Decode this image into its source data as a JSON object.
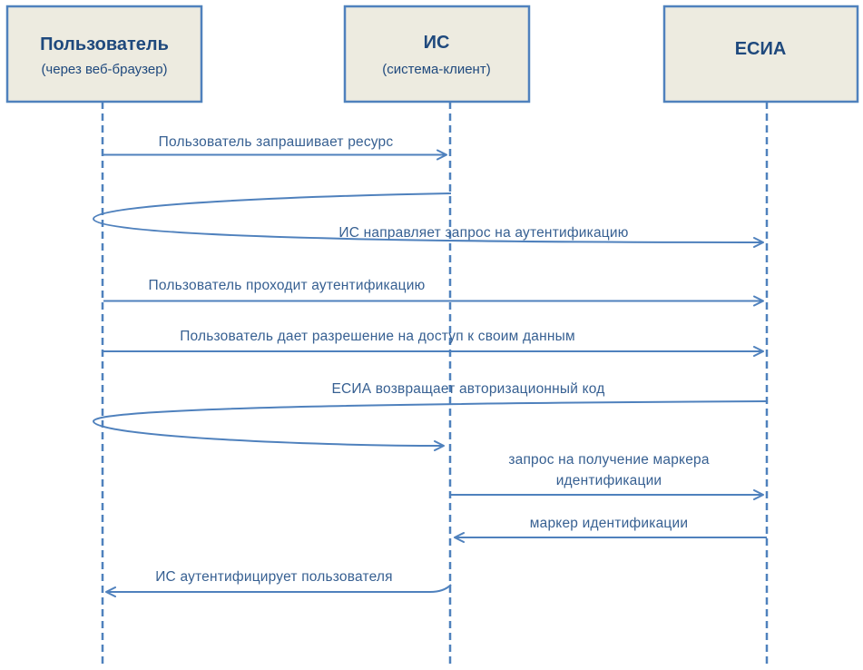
{
  "diagram": {
    "kind": "sequence-diagram",
    "colors": {
      "background": "#ffffff",
      "actor_box_fill": "#edebe0",
      "line_blue": "#4f81bd",
      "actor_text": "#1f497d",
      "message_text": "#376092"
    },
    "actors": [
      {
        "name": "Пользователь",
        "subtitle": "(через веб-браузер)"
      },
      {
        "name": "ИС",
        "subtitle": "(система-клиент)"
      },
      {
        "name": "ЕСИА",
        "subtitle": ""
      }
    ],
    "messages": [
      {
        "label": "Пользователь запрашивает ресурс",
        "from": "Пользователь",
        "to": "ИС",
        "type": "straight"
      },
      {
        "label": "ИС направляет запрос на аутентификацию",
        "from": "ИС",
        "to": "ЕСИА",
        "via": "Пользователь",
        "type": "bounce"
      },
      {
        "label": "Пользователь проходит аутентификацию",
        "from": "Пользователь",
        "to": "ЕСИА",
        "type": "straight"
      },
      {
        "label": "Пользователь дает разрешение на доступ к своим данным",
        "from": "Пользователь",
        "to": "ЕСИА",
        "type": "straight"
      },
      {
        "label": "ЕСИА возвращает авторизационный код",
        "from": "ЕСИА",
        "to": "ИС",
        "via": "Пользователь",
        "type": "bounce"
      },
      {
        "label": "запрос на получение маркера идентификации",
        "label_lines": [
          "запрос на получение маркера",
          "идентификации"
        ],
        "from": "ИС",
        "to": "ЕСИА",
        "type": "straight"
      },
      {
        "label": "маркер идентификации",
        "from": "ЕСИА",
        "to": "ИС",
        "type": "straight"
      },
      {
        "label": "ИС аутентифицирует пользователя",
        "from": "ИС",
        "to": "Пользователь",
        "type": "straight"
      }
    ]
  }
}
